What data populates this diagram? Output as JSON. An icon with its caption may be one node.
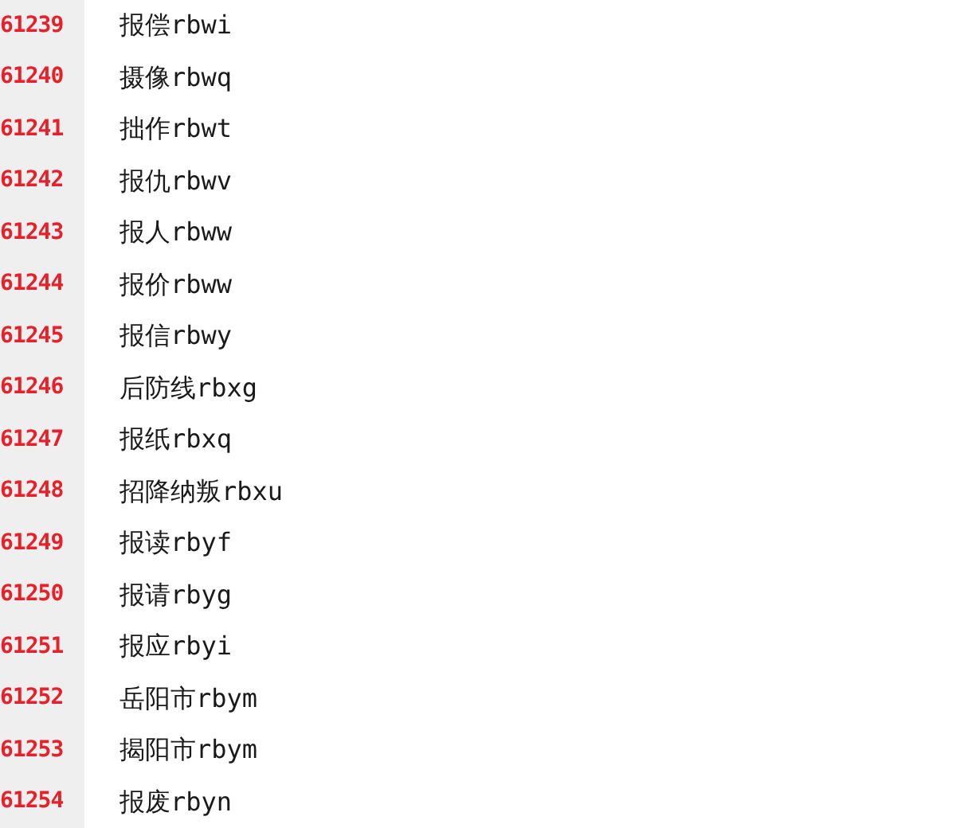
{
  "diagram": {
    "labels": [
      "61239",
      "报偿rbwi",
      "61240",
      "摄像rbwq",
      "61241",
      "拙作rbwt",
      "61242",
      "报仇rbwv",
      "61243",
      "报人rbww",
      "61244",
      "报价rbww",
      "61245",
      "报信rbwy",
      "61246",
      "后防线rbxg",
      "61247",
      "报纸rbxq",
      "61248",
      "招降纳叛rbxu",
      "61249",
      "报读rbyf",
      "61250",
      "报请rbyg",
      "61251",
      "报应rbyi",
      "61252",
      "岳阳市rbym",
      "61253",
      "揭阳市rbym",
      "61254",
      "报废rbyn"
    ]
  }
}
